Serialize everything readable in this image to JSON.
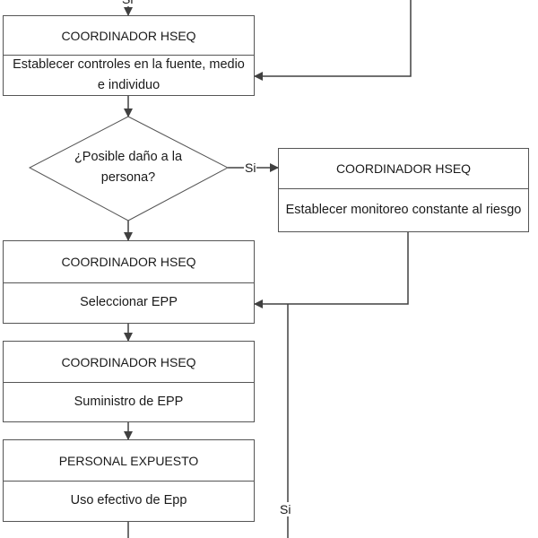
{
  "flow": {
    "top_edge_label": "Si",
    "step1": {
      "role": "COORDINADOR HSEQ",
      "action": "Establecer controles en la fuente, medio e individuo"
    },
    "decision": {
      "question": "¿Posible daño a la persona?",
      "yes_label": "Si"
    },
    "monitor": {
      "role": "COORDINADOR HSEQ",
      "action": "Establecer monitoreo constante al riesgo"
    },
    "step2": {
      "role": "COORDINADOR HSEQ",
      "action": "Seleccionar EPP"
    },
    "step3": {
      "role": "COORDINADOR HSEQ",
      "action": "Suministro de EPP"
    },
    "step4": {
      "role": "PERSONAL EXPUESTO",
      "action": "Uso efectivo de Epp"
    },
    "loop_label": "Si"
  },
  "colors": {
    "line": "#404040",
    "border": "#555555",
    "text": "#1a1a1a"
  }
}
